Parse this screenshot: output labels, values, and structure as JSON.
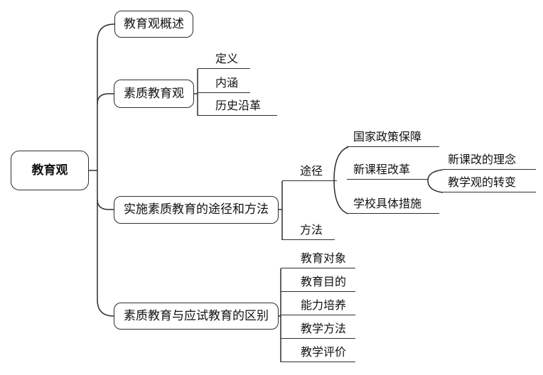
{
  "colors": {
    "line": "#2e2e2e",
    "text": "#111111",
    "background": "#ffffff"
  },
  "mindmap": {
    "root": {
      "label": "教育观"
    },
    "branches": [
      {
        "label": "教育观概述"
      },
      {
        "label": "素质教育观",
        "children": [
          {
            "label": "定义"
          },
          {
            "label": "内涵"
          },
          {
            "label": "历史沿革"
          }
        ]
      },
      {
        "label": "实施素质教育的途径和方法",
        "children": [
          {
            "label": "途径",
            "children": [
              {
                "label": "国家政策保障"
              },
              {
                "label": "新课程改革",
                "children": [
                  {
                    "label": "新课改的理念"
                  },
                  {
                    "label": "教学观的转变"
                  }
                ]
              },
              {
                "label": "学校具体措施"
              }
            ]
          },
          {
            "label": "方法"
          }
        ]
      },
      {
        "label": "素质教育与应试教育的区别",
        "children": [
          {
            "label": "教育对象"
          },
          {
            "label": "教育目的"
          },
          {
            "label": "能力培养"
          },
          {
            "label": "教学方法"
          },
          {
            "label": "教学评价"
          }
        ]
      }
    ]
  }
}
